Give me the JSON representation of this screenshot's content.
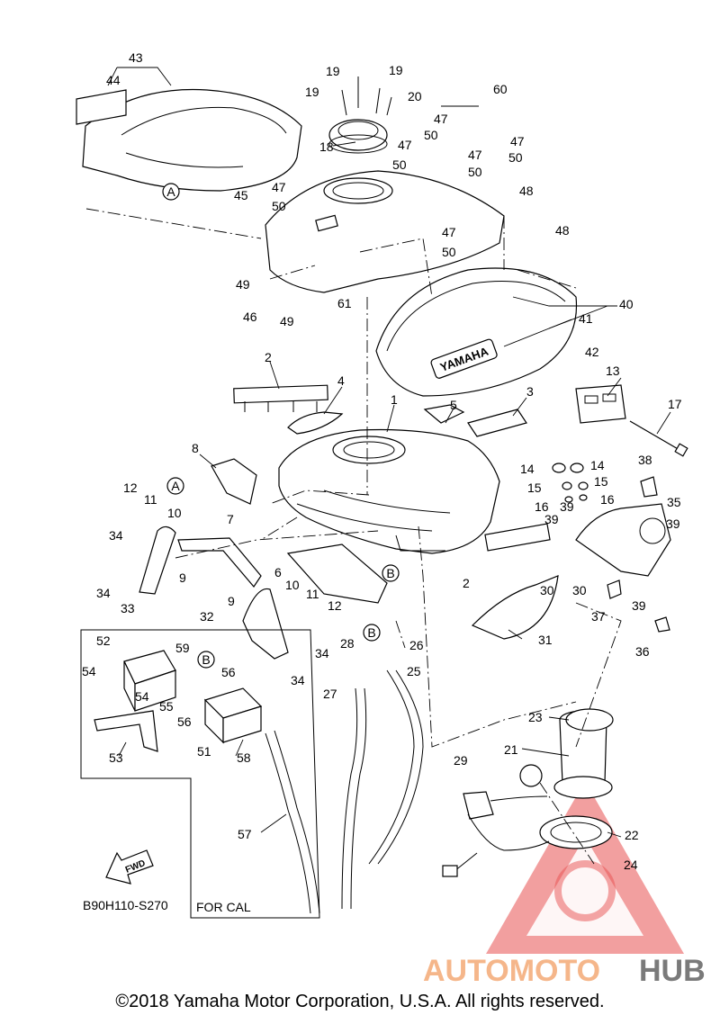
{
  "diagram_code": "B90H110-S270",
  "for_cal_label": "FOR CAL",
  "fwd_label": "FWD",
  "tank_brand": "YAMAHA",
  "watermark": {
    "part1": "AUTOMOTO",
    "part2": "HUB",
    "color1": "#f5b68a",
    "color2": "#7a7a7a",
    "triangle_color": "#e85050"
  },
  "copyright": "©2018 Yamaha Motor Corporation, U.S.A. All rights reserved.",
  "ref_marks": {
    "A": "A",
    "B": "B"
  },
  "callouts": {
    "n1": "1",
    "n2": "2",
    "n3": "3",
    "n4": "4",
    "n5": "5",
    "n6": "6",
    "n7": "7",
    "n8": "8",
    "n9": "9",
    "n10": "10",
    "n11": "11",
    "n12": "12",
    "n13": "13",
    "n14": "14",
    "n15": "15",
    "n16": "16",
    "n17": "17",
    "n18": "18",
    "n19": "19",
    "n20": "20",
    "n21": "21",
    "n22": "22",
    "n23": "23",
    "n24": "24",
    "n25": "25",
    "n26": "26",
    "n27": "27",
    "n28": "28",
    "n29": "29",
    "n30": "30",
    "n31": "31",
    "n32": "32",
    "n33": "33",
    "n34": "34",
    "n35": "35",
    "n36": "36",
    "n37": "37",
    "n38": "38",
    "n39": "39",
    "n40": "40",
    "n41": "41",
    "n42": "42",
    "n43": "43",
    "n44": "44",
    "n45": "45",
    "n46": "46",
    "n47": "47",
    "n48": "48",
    "n49": "49",
    "n50": "50",
    "n51": "51",
    "n52": "52",
    "n53": "53",
    "n54": "54",
    "n55": "55",
    "n56": "56",
    "n57": "57",
    "n58": "58",
    "n59": "59",
    "n60": "60",
    "n61": "61"
  }
}
